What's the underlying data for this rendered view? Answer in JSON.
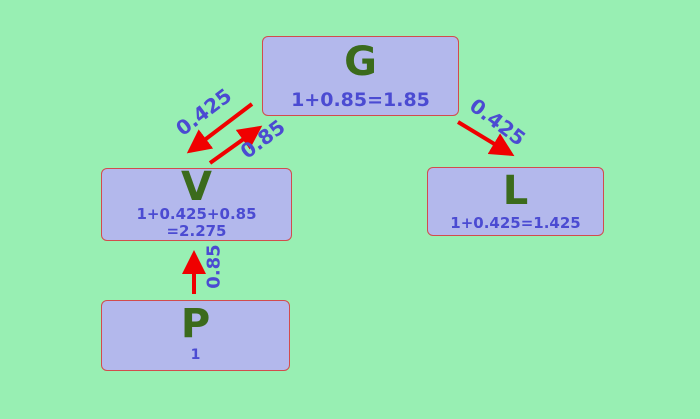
{
  "nodes": {
    "G": {
      "label": "G",
      "value": "1+0.85=1.85"
    },
    "V": {
      "label": "V",
      "value_line1": "1+0.425+0.85",
      "value_line2": "=2.275"
    },
    "L": {
      "label": "L",
      "value": "1+0.425=1.425"
    },
    "P": {
      "label": "P",
      "value": "1"
    }
  },
  "edges": {
    "G_to_V": "0.425",
    "V_to_G": "0.85",
    "G_to_L": "0.425",
    "P_to_V": "0.85"
  },
  "colors": {
    "background": "#98efb3",
    "node_fill": "#b3b8ec",
    "node_border": "#d24c4c",
    "arrow": "#f00000",
    "letter": "#3b6b1c",
    "text": "#4b4bd2"
  }
}
